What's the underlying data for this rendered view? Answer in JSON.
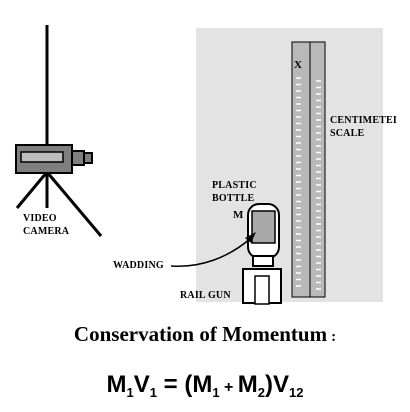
{
  "diagram": {
    "labels": {
      "video_camera_line1": "VIDEO",
      "video_camera_line2": "CAMERA",
      "plastic_bottle_line1": "PLASTIC",
      "plastic_bottle_line2": "BOTTLE",
      "bottle_mass": "M",
      "wadding": "WADDING",
      "rail_gun": "RAIL GUN",
      "centimeter_scale_line1": "CENTIMETEI",
      "centimeter_scale_line2": "SCALE",
      "scale_marker": "X"
    },
    "colors": {
      "panel": "#e3e3e3",
      "scale": "#b9b9b9",
      "camera": "#7f7f7f",
      "bottle_window": "#a9a9a9"
    }
  },
  "title": "Conservation of Momentum",
  "title_colon": ":",
  "equation": {
    "lhs_m": "M",
    "lhs_m_sub": "1",
    "lhs_v": "V",
    "lhs_v_sub": "1",
    "equals": " = (",
    "rhs_m1": "M",
    "rhs_m1_sub": "1",
    "plus": " + ",
    "rhs_m2": "M",
    "rhs_m2_sub": "2",
    "close": ")",
    "rhs_v": "V",
    "rhs_v_sub": "12"
  }
}
